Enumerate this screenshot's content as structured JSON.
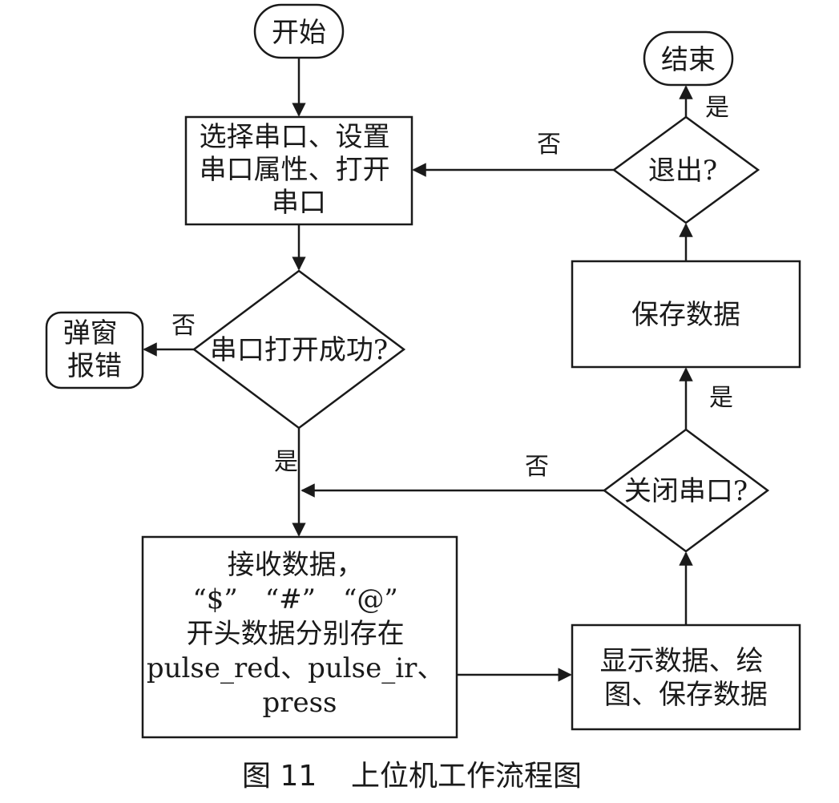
{
  "nodes": {
    "start": [
      "开始"
    ],
    "end": [
      "结束"
    ],
    "setup": [
      "选择串口、设置",
      "串口属性、打开",
      "串口"
    ],
    "open_ok": [
      "串口打开成功?"
    ],
    "error_popup": [
      "弹窗",
      "报错"
    ],
    "exit_q": [
      "退出?"
    ],
    "save_data": [
      "保存数据"
    ],
    "close_q": [
      "关闭串口?"
    ],
    "receive": [
      "接收数据，",
      "“$”　“#”　“@”",
      "开头数据分别存在",
      "pulse_red、pulse_ir、",
      "press"
    ],
    "display": [
      "显示数据、绘",
      "图、保存数据"
    ]
  },
  "edge_labels": {
    "yes": "是",
    "no": "否"
  },
  "caption": {
    "figure": "图 11",
    "title": "上位机工作流程图"
  }
}
